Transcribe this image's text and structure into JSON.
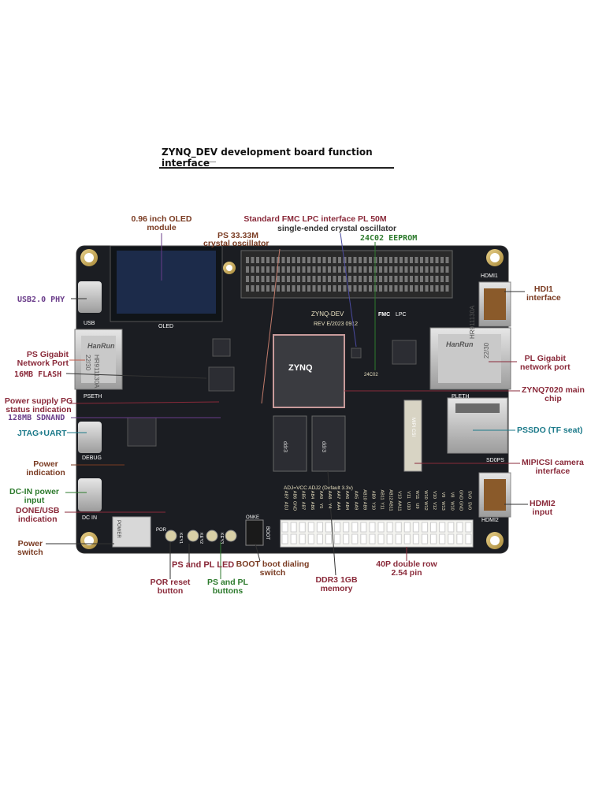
{
  "title": "ZYNQ_DEV development board function interface",
  "board_text": {
    "silk_title": "ZYNQ-DEV",
    "rev": "REV E/2023 0912",
    "fmc": "FMC",
    "lpc": "LPC",
    "hdmi1": "HDMI1",
    "hdmi2": "HDMI2",
    "usb": "USB",
    "oled": "OLED",
    "pseth": "PSETH",
    "pleth": "PLETH",
    "debug": "DEBUG",
    "dcin": "DC IN",
    "sdps": "SD0PS",
    "mipi": "MIPI CSI",
    "eeprom_chip": "24C02",
    "eth_brand": "HanRun",
    "eth_model": "HR911130A",
    "eth_size": "22/30",
    "zynq_chip": "ZYNQ",
    "ddr_chip": "ddr3",
    "adj": "ADJ=VCC  ADJ2 (Default 3.3v)",
    "boot": "BOOT",
    "onke": "ONKE",
    "power": "POWER",
    "por": "POR",
    "key1": "KEY1",
    "key2": "KEY2",
    "key3": "KEY3",
    "pin_top": [
      "AB7",
      "AB6",
      "AB5",
      "AB4",
      "AA9",
      "AA8",
      "AA7",
      "AA6",
      "AA5",
      "AB10",
      "AB9",
      "AB11",
      "AB12",
      "V13",
      "V11",
      "W11",
      "W10",
      "V10",
      "V9",
      "V8",
      "GND",
      "5V0"
    ],
    "pin_bot": [
      "ADJ",
      "GND",
      "AB7",
      "AB6",
      "Y5",
      "Y4",
      "AA4",
      "AB4",
      "AA9",
      "AB9",
      "Y10",
      "Y11",
      "AB11",
      "AA11",
      "U10",
      "U9",
      "W12",
      "V12",
      "W13",
      "W10",
      "GND",
      "5V0"
    ]
  },
  "labels": {
    "oled": "0.96 inch OLED\nmodule",
    "fmc": "Standard FMC LPC interface PL 50M",
    "osc_pl": "single-ended crystal oscillator",
    "osc_ps_1": "PS 33.33M",
    "osc_ps_2": "crystal oscillator",
    "eeprom": "24C02  EEPROM",
    "usb_phy": "USB2.0 PHY",
    "hdmi1": "HDI1\ninterface",
    "ps_eth": "PS Gigabit\nNetwork Port",
    "pl_eth": "PL Gigabit\nnetwork port",
    "flash": "16MB FLASH",
    "zynq": "ZYNQ7020 main\nchip",
    "pg": "Power supply PG\nstatus indication",
    "sdnand": "128MB SDNAND",
    "tf": "PSSDO (TF seat)",
    "jtag": "JTAG+UART",
    "power_ind": "Power\nindication",
    "mipi": "MIPICSI camera\ninterface",
    "dcin": "DC-IN power\ninput",
    "done": "DONE/USB\nindication",
    "hdmi2": "HDMI2\ninput",
    "power_sw": "Power\nswitch",
    "leds": "PS and PL LED",
    "boot": "BOOT boot dialing\nswitch",
    "pins": "40P double row\n2.54 pin",
    "por": "POR reset\nbutton",
    "keys": "PS and PL\nbuttons",
    "ddr": "DDR3 1GB\nmemory"
  },
  "colors": {
    "board": "#1b1d22",
    "label_brown": "#7a3b22",
    "label_maroon": "#8a2a3a",
    "label_teal": "#1c7a8a",
    "label_green": "#2c7a2c",
    "label_purple": "#6a3c8a"
  }
}
